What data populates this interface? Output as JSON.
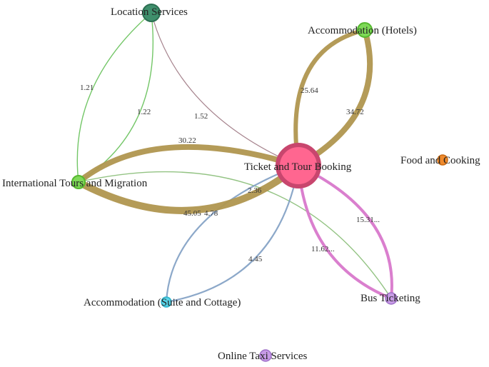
{
  "colors": {
    "gold": "#b0964f",
    "pink": "#d878cb",
    "green": "#8dc07c",
    "green2": "#72c15a",
    "blue": "#86a3c6",
    "mauve": "#a07b86"
  },
  "nodes": [
    {
      "id": "location",
      "label": "Location Services",
      "fill": "#3f8f6c",
      "stroke": "#2c6f52"
    },
    {
      "id": "hotels",
      "label": "Accommodation (Hotels)",
      "fill": "#7ed957",
      "stroke": "#56b82f"
    },
    {
      "id": "ticket",
      "label": "Ticket and Tour Booking",
      "fill": "#ff6690",
      "stroke": "#c8466e"
    },
    {
      "id": "food",
      "label": "Food and Cooking",
      "fill": "#f08a2c",
      "stroke": "#c86a14"
    },
    {
      "id": "intl",
      "label": "International Tours and Migration",
      "fill": "#7ed957",
      "stroke": "#56b82f"
    },
    {
      "id": "bus",
      "label": "Bus Ticketing",
      "fill": "#c79be6",
      "stroke": "#9f6fc8"
    },
    {
      "id": "suite",
      "label": "Accommodation (Suite and Cottage)",
      "fill": "#56d4e8",
      "stroke": "#2fb0c8"
    },
    {
      "id": "taxi",
      "label": "Online Taxi Services",
      "fill": "#c79be6",
      "stroke": "#9f6fc8"
    }
  ],
  "edges": [
    {
      "id": "e1",
      "label": "1.21",
      "color": "#6cc35f"
    },
    {
      "id": "e2",
      "label": "1.22",
      "color": "#6cc35f"
    },
    {
      "id": "e3",
      "label": "1.52",
      "color": "#a07b86"
    },
    {
      "id": "e4",
      "label": "25.64",
      "color": "#b0964f"
    },
    {
      "id": "e5",
      "label": "34.72",
      "color": "#b0964f"
    },
    {
      "id": "e6",
      "label": "30.22",
      "color": "#b0964f"
    },
    {
      "id": "e7",
      "label": "45.05",
      "color": "#b0964f"
    },
    {
      "id": "e8",
      "label": "4.78",
      "color": "#8dc07c"
    },
    {
      "id": "e9",
      "label": "2.36",
      "color": "#86a3c6"
    },
    {
      "id": "e10",
      "label": "4.45",
      "color": "#86a3c6"
    },
    {
      "id": "e11",
      "label": "15.31...",
      "color": "#d878cb"
    },
    {
      "id": "e12",
      "label": "11.62...",
      "color": "#d878cb"
    }
  ]
}
